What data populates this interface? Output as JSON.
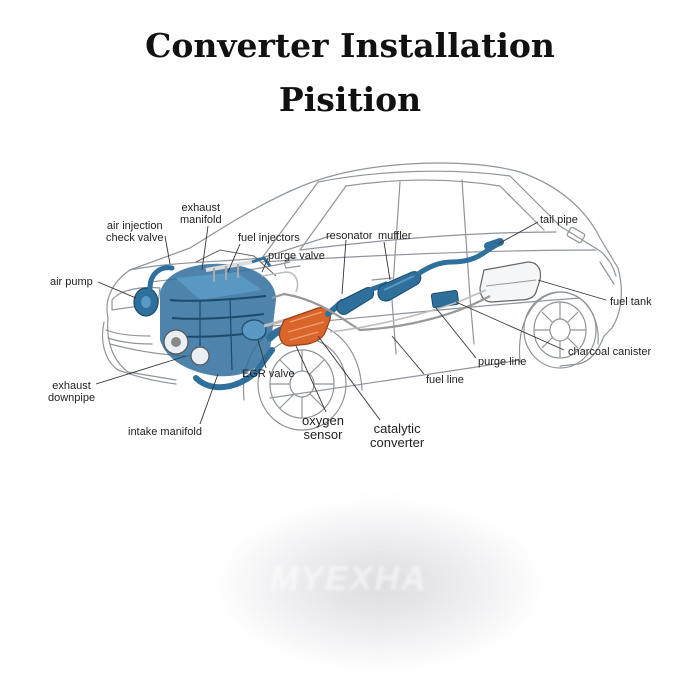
{
  "title": {
    "line1": "Converter Installation",
    "line2": "Pisition"
  },
  "labels": {
    "air_injection_check_valve": [
      "air injection",
      "check valve"
    ],
    "exhaust_manifold": [
      "exhaust",
      "manifold"
    ],
    "fuel_injectors": "fuel injectors",
    "purge_valve_top": "purge valve",
    "resonator": "resonator",
    "muffler": "muffler",
    "tail_pipe": "tail pipe",
    "air_pump": "air pump",
    "fuel_tank": "fuel tank",
    "charcoal_canister": "charcoal canister",
    "purge_line": "purge line",
    "fuel_line": "fuel line",
    "egr_valve": "EGR valve",
    "exhaust_downpipe": [
      "exhaust",
      "downpipe"
    ],
    "intake_manifold": "intake manifold",
    "oxygen_sensor": [
      "oxygen",
      "sensor"
    ],
    "catalytic_converter": [
      "catalytic",
      "converter"
    ]
  },
  "watermark": "MYEXHA",
  "colors": {
    "component_blue": "#2f6f9c",
    "component_blue_light": "#5a98c4",
    "converter_orange": "#d9652b",
    "car_outline": "#8f959b",
    "leader_line": "#333333"
  }
}
